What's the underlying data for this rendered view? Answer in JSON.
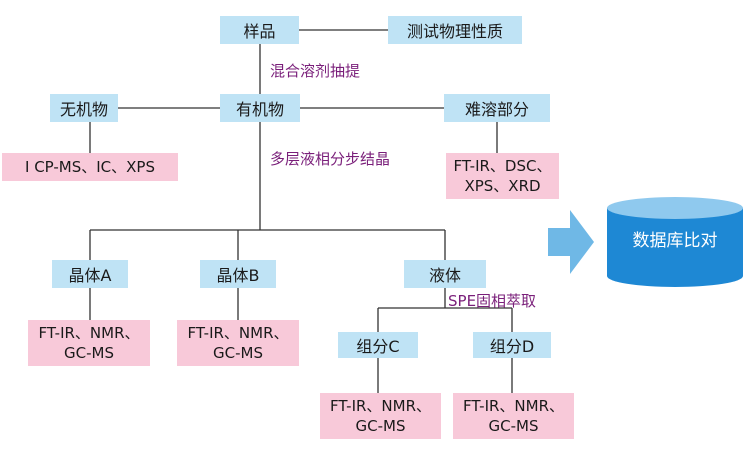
{
  "sample": "样品",
  "property_test": "测试物理性质",
  "step_mixed_solvent": "混合溶剂抽提",
  "inorganic": "无机物",
  "organic": "有机物",
  "insoluble": "难溶部分",
  "inorganic_methods": "I CP-MS、IC、XPS",
  "insoluble_methods": [
    "FT-IR、DSC、",
    "XPS、XRD"
  ],
  "step_crystallization": "多层液相分步结晶",
  "crystal_a": "晶体A",
  "crystal_b": "晶体B",
  "liquid": "液体",
  "step_spe": "SPE固相萃取",
  "component_c": "组分C",
  "component_d": "组分D",
  "methods_crystal_a": [
    "FT-IR、NMR、",
    "GC-MS"
  ],
  "methods_crystal_b": [
    "FT-IR、NMR、",
    "GC-MS"
  ],
  "methods_component_c": [
    "FT-IR、NMR、",
    "GC-MS"
  ],
  "methods_component_d": [
    "FT-IR、NMR、",
    "GC-MS"
  ],
  "database_compare": "数据库比对",
  "colors": {
    "blue_box": "#bfe3f5",
    "pink_box": "#f8c9d9",
    "label": "#7a1f7a",
    "database": "#1e88d4",
    "arrow": "#6fb8e6"
  }
}
